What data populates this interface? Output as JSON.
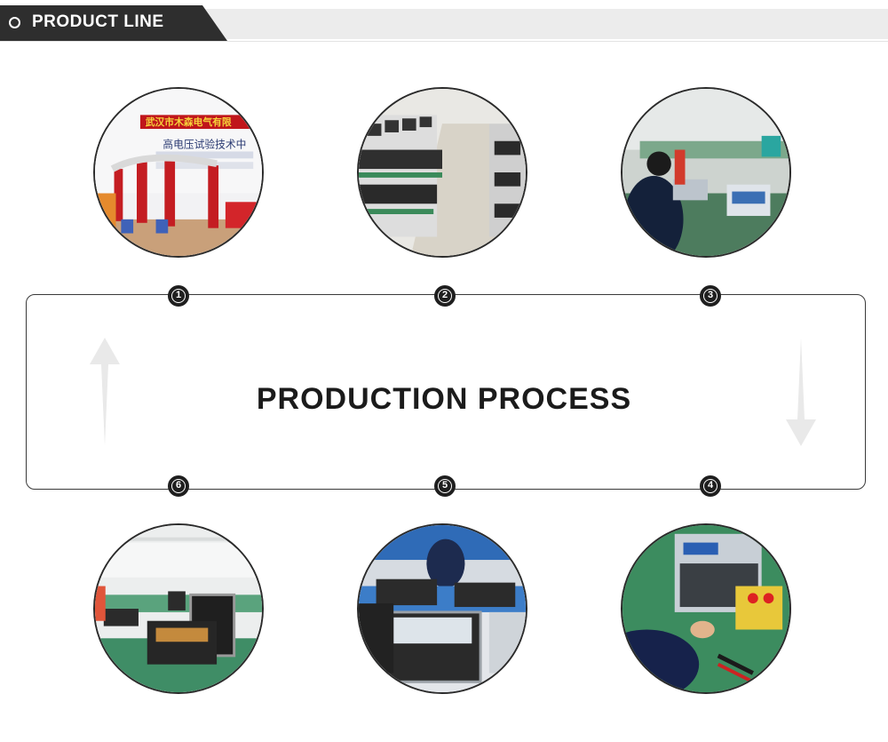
{
  "header": {
    "title": "PRODUCT LINE"
  },
  "process": {
    "title": "PRODUCTION PROCESS"
  },
  "steps": [
    {
      "number": "1"
    },
    {
      "number": "2"
    },
    {
      "number": "3"
    },
    {
      "number": "4"
    },
    {
      "number": "5"
    },
    {
      "number": "6"
    }
  ],
  "photos": [
    {
      "sign_text": "武汉市木森电气有限",
      "banner_text": "高电压试验技术中"
    },
    {},
    {},
    {},
    {},
    {}
  ],
  "colors": {
    "dark": "#2e2e2e",
    "band": "#ececec",
    "arrow": "#ececec"
  }
}
